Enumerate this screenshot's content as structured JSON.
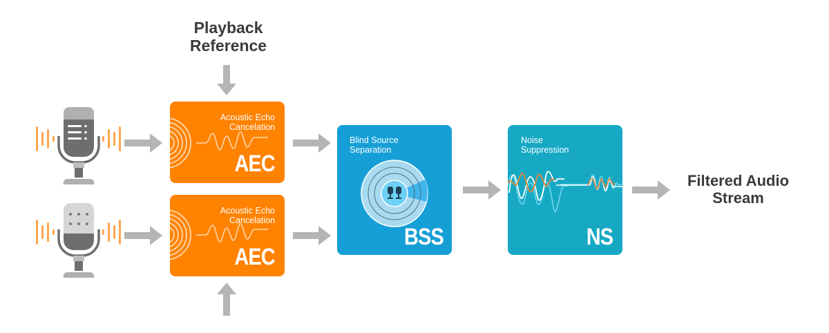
{
  "inputs": {
    "playback_reference": [
      "Playback",
      "Reference"
    ]
  },
  "microphones": [
    {
      "name": "mic-1",
      "style": "grille-lines"
    },
    {
      "name": "mic-2",
      "style": "grille-dots"
    }
  ],
  "blocks": {
    "aec_top": {
      "title": [
        "Acoustic Echo",
        "Cancelation"
      ],
      "abbr": "AEC"
    },
    "aec_bottom": {
      "title": [
        "Acoustic Echo",
        "Cancelation"
      ],
      "abbr": "AEC"
    },
    "bss": {
      "title": [
        "Blind Source",
        "Separation"
      ],
      "abbr": "BSS"
    },
    "ns": {
      "title": [
        "Noise",
        "Suppression"
      ],
      "abbr": "NS"
    }
  },
  "output": {
    "label": [
      "Filtered Audio",
      "Stream"
    ]
  },
  "colors": {
    "aec": "#ff8200",
    "bss": "#159fd6",
    "ns": "#17a9c4",
    "arrow": "#b5b5b5",
    "sound_wave": "#ffa64d",
    "mic_dark": "#6e6e6e",
    "mic_light": "#bdbdbd",
    "text_dark": "#3a3a3a"
  }
}
